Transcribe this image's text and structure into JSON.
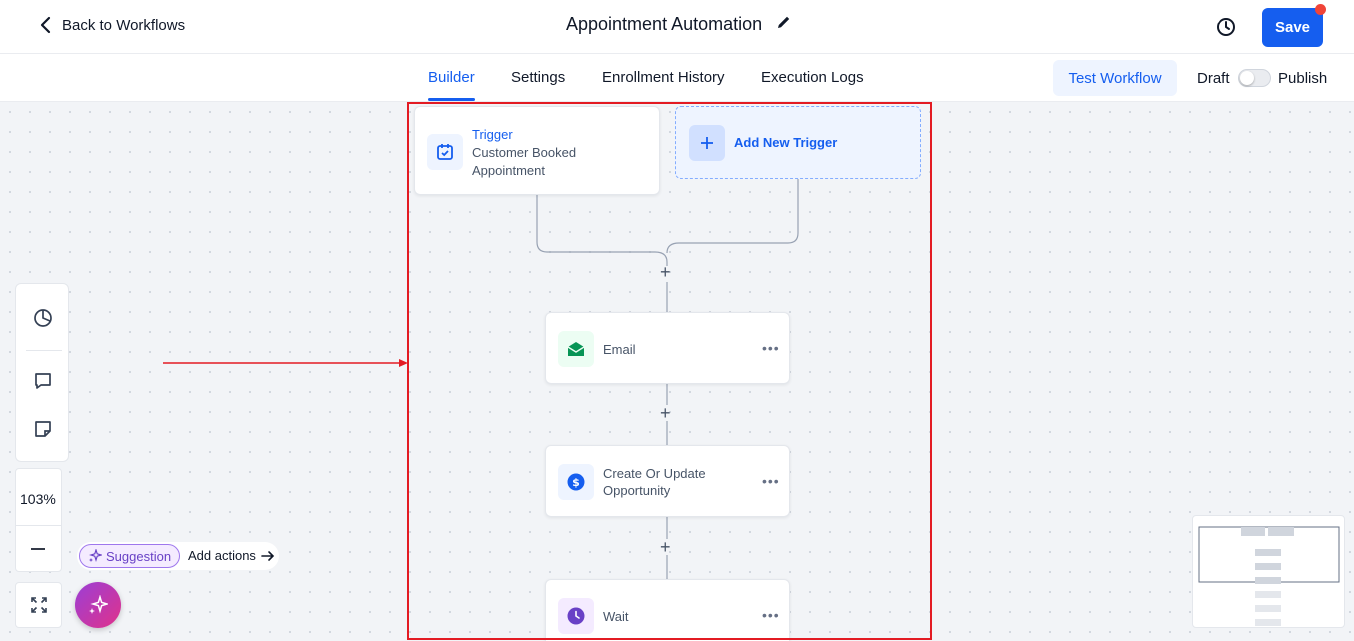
{
  "header": {
    "back_label": "Back to Workflows",
    "title": "Appointment Automation",
    "save_label": "Save"
  },
  "tabs": [
    {
      "label": "Builder",
      "active": true
    },
    {
      "label": "Settings",
      "active": false
    },
    {
      "label": "Enrollment History",
      "active": false
    },
    {
      "label": "Execution Logs",
      "active": false
    }
  ],
  "toolbar_right": {
    "test_label": "Test Workflow",
    "draft_label": "Draft",
    "publish_label": "Publish",
    "published": false
  },
  "canvas": {
    "trigger": {
      "heading": "Trigger",
      "label_line1": "Customer Booked",
      "label_line2": "Appointment",
      "icon": "calendar-check-icon"
    },
    "add_trigger_label": "Add New Trigger",
    "actions": [
      {
        "label": "Email",
        "icon": "envelope-icon",
        "color": "#079455"
      },
      {
        "label_line1": "Create Or Update",
        "label_line2": "Opportunity",
        "icon": "dollar-icon",
        "color": "#155eef"
      },
      {
        "label": "Wait",
        "icon": "clock-icon",
        "color": "#6941c6"
      }
    ],
    "more_glyph": "•••",
    "plus_glyph": "+"
  },
  "controls": {
    "zoom": "103%",
    "suggestion_label": "Suggestion",
    "add_actions_label": "Add actions"
  },
  "colors": {
    "primary": "#155eef",
    "highlight_frame": "#e31b23",
    "notification": "#f04438"
  }
}
